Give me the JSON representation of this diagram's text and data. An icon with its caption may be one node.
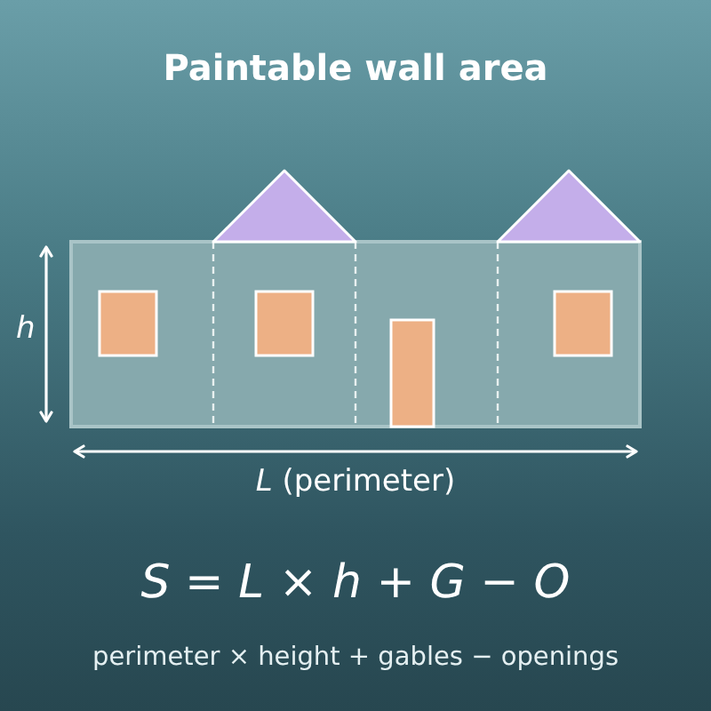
{
  "diagram": {
    "title": "Paintable wall area",
    "labels": [
      "*h*",
      "*L* (perimeter)",
      "*S* = *L* × *h* + *G* − *O*",
      "perimeter × height + gables − openings"
    ]
  }
}
